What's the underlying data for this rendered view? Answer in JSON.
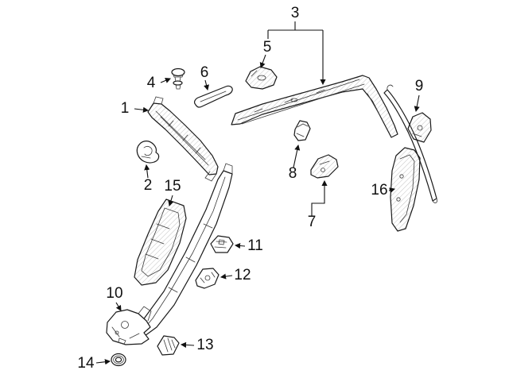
{
  "diagram": {
    "background_color": "#ffffff",
    "line_color": "#1a1a1a",
    "callouts": [
      {
        "number": "1"
      },
      {
        "number": "2"
      },
      {
        "number": "3"
      },
      {
        "number": "4"
      },
      {
        "number": "5"
      },
      {
        "number": "6"
      },
      {
        "number": "7"
      },
      {
        "number": "8"
      },
      {
        "number": "9"
      },
      {
        "number": "10"
      },
      {
        "number": "11"
      },
      {
        "number": "12"
      },
      {
        "number": "13"
      },
      {
        "number": "14"
      },
      {
        "number": "15"
      },
      {
        "number": "16"
      }
    ]
  }
}
